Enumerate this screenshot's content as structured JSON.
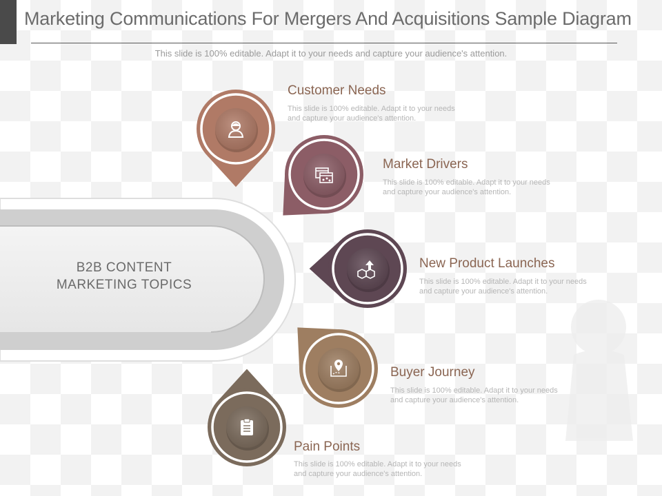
{
  "slide": {
    "title": "Marketing Communications For Mergers And Acquisitions Sample Diagram",
    "subtitle": "This slide is 100% editable. Adapt it to your needs and capture your audience's attention."
  },
  "hub": {
    "line1": "B2B CONTENT",
    "line2": "MARKETING TOPICS"
  },
  "items": [
    {
      "title": "Customer Needs",
      "desc": "This slide is 100% editable. Adapt it to your needs and capture your audience's attention.",
      "color": "#b07a66",
      "icon": "user-icon"
    },
    {
      "title": "Market Drivers",
      "desc": "This slide is 100% editable. Adapt it to your needs and capture your audience's attention.",
      "color": "#8c5d66",
      "icon": "browser-windows-icon"
    },
    {
      "title": "New Product Launches",
      "desc": "This slide is 100% editable. Adapt it to your needs and capture your audience's attention.",
      "color": "#5e4753",
      "icon": "boxes-arrow-icon"
    },
    {
      "title": "Buyer Journey",
      "desc": "This slide is 100% editable. Adapt it to your needs and capture your audience's attention.",
      "color": "#9e7e61",
      "icon": "map-pin-icon"
    },
    {
      "title": "Pain Points",
      "desc": "This slide is 100% editable. Adapt it to your needs and capture your audience's attention.",
      "color": "#7b6b5c",
      "icon": "clipboard-icon"
    }
  ]
}
